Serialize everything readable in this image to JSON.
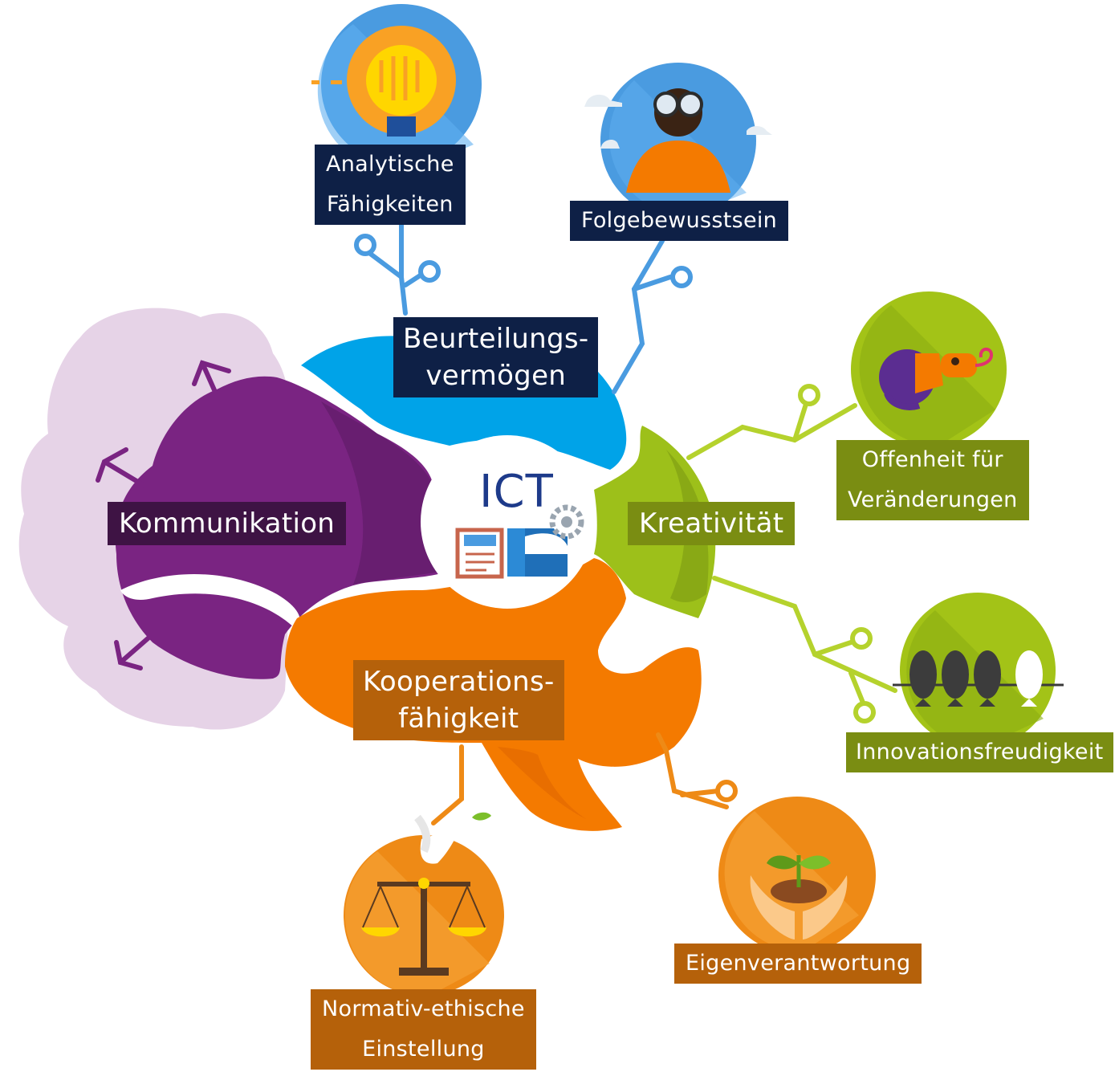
{
  "center": {
    "title": "ICT"
  },
  "categories": {
    "beurteilung": {
      "line1": "Beurteilungs-",
      "line2": "vermögen"
    },
    "kommunikation": {
      "label": "Kommunikation"
    },
    "kreativitaet": {
      "label": "Kreativität"
    },
    "kooperation": {
      "line1": "Kooperations-",
      "line2": "fähigkeit"
    }
  },
  "skills": {
    "analytisch": {
      "line1": "Analytische",
      "line2": "Fähigkeiten"
    },
    "folge": {
      "label": "Folgebewusstsein"
    },
    "offenheit": {
      "line1": "Offenheit für",
      "line2": "Veränderungen"
    },
    "innovation": {
      "label": "Innovationsfreudigkeit"
    },
    "eigen": {
      "label": "Eigenverantwortung"
    },
    "normativ": {
      "line1": "Normativ-ethische",
      "line2": "Einstellung"
    }
  },
  "colors": {
    "blue": "#00a3e8",
    "purple": "#7a2482",
    "light_purple": "#e6d3e7",
    "green": "#9dc01a",
    "orange": "#f47a00",
    "navy_label": "#0e2046",
    "icon_blue": "#4a9be0",
    "icon_green": "#a3c317",
    "icon_orange": "#ee8a16"
  },
  "icons": {
    "analytisch": "lightbulb-brain-icon",
    "folge": "binoculars-person-icon",
    "offenheit": "chameleon-icon",
    "innovation": "birds-on-wire-icon",
    "eigen": "hands-plant-icon",
    "normativ": "scales-dove-icon",
    "center": "computer-gear-icon"
  }
}
